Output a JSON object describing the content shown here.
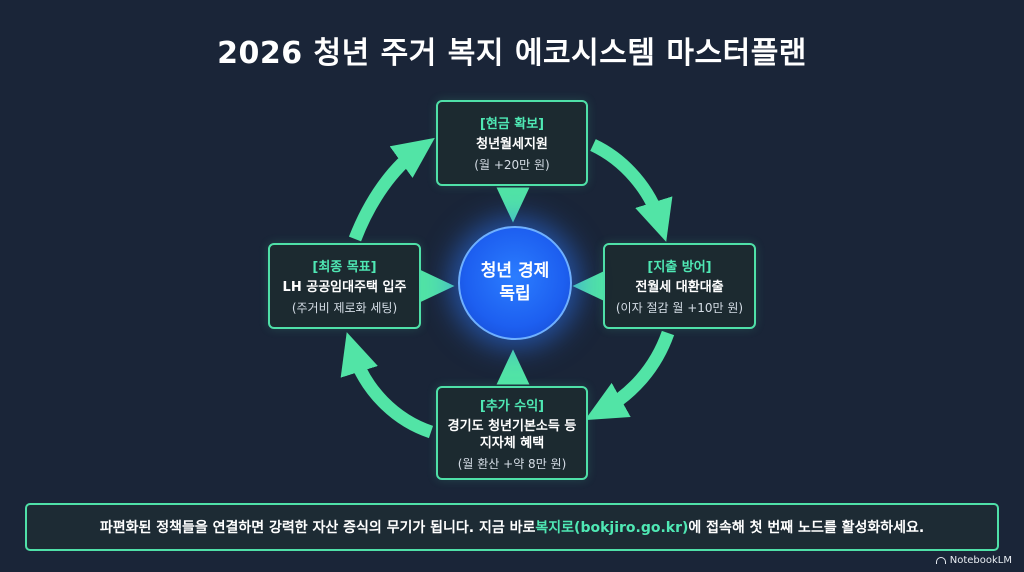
{
  "title": "2026 청년 주거 복지 에코시스템 마스터플랜",
  "hub": {
    "label": "청년 경제 독립"
  },
  "nodes": {
    "top": {
      "tag": "[현금 확보]",
      "name": "청년월세지원",
      "sub": "(월 +20만 원)"
    },
    "right": {
      "tag": "[지출 방어]",
      "name": "전월세 대환대출",
      "sub": "(이자 절감 월 +10만 원)"
    },
    "bottom": {
      "tag": "[추가 수익]",
      "name_line1": "경기도 청년기본소득 등",
      "name_line2": "지자체 혜택",
      "sub": "(월 환산 +약 8만 원)"
    },
    "left": {
      "tag": "[최종 목표]",
      "name": "LH 공공임대주택 입주",
      "sub": "(주거비 제로화 세팅)"
    }
  },
  "banner": {
    "before": "파편화된 정책들을 연결하면 강력한 자산 증식의 무기가 됩니다. 지금 바로 ",
    "link": "복지로(bokjiro.go.kr)",
    "after": "에 접속해 첫 번째 노드를 활성화하세요."
  },
  "brand": {
    "name": "NotebookLM",
    "icon": "notebooklm-icon"
  },
  "colors": {
    "background": "#1a2538",
    "accent": "#4fe0a8",
    "hub": "#1d5ff0"
  }
}
